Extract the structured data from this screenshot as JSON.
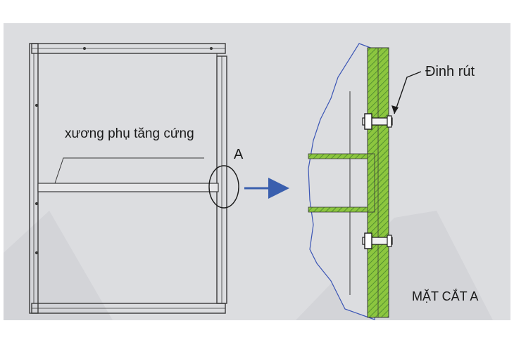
{
  "labels": {
    "stiffener": "xương phụ tăng cứng",
    "detail_marker": "A",
    "rivet": "Đinh rút",
    "section": "MẶT CẮT A"
  },
  "colors": {
    "panel_background": "#dcdde0",
    "outline": "#3a3a3a",
    "arrow": "#3a5fae",
    "material_green": "#8cc63f",
    "wavy_edge": "#3b55b5"
  }
}
